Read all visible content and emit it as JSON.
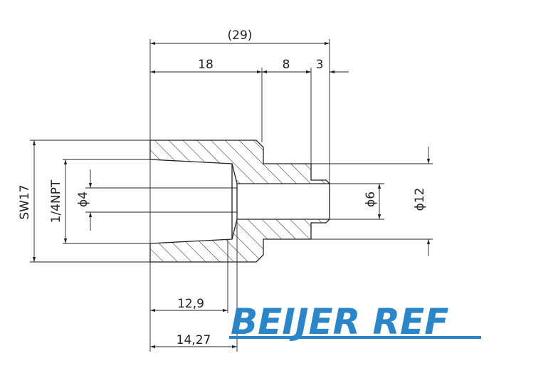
{
  "dimensions": {
    "total_length": "(29)",
    "len_a": "18",
    "len_b": "8",
    "len_c": "3",
    "wrench_size": "SW17",
    "thread": "1/4NPT",
    "bore_small": "ϕ4",
    "bore_pin": "ϕ6",
    "outer_pin": "ϕ12",
    "depth_a": "12,9",
    "depth_b": "14,27"
  },
  "logo": {
    "text": "BEIJER REF",
    "color": "#2a86c8"
  }
}
